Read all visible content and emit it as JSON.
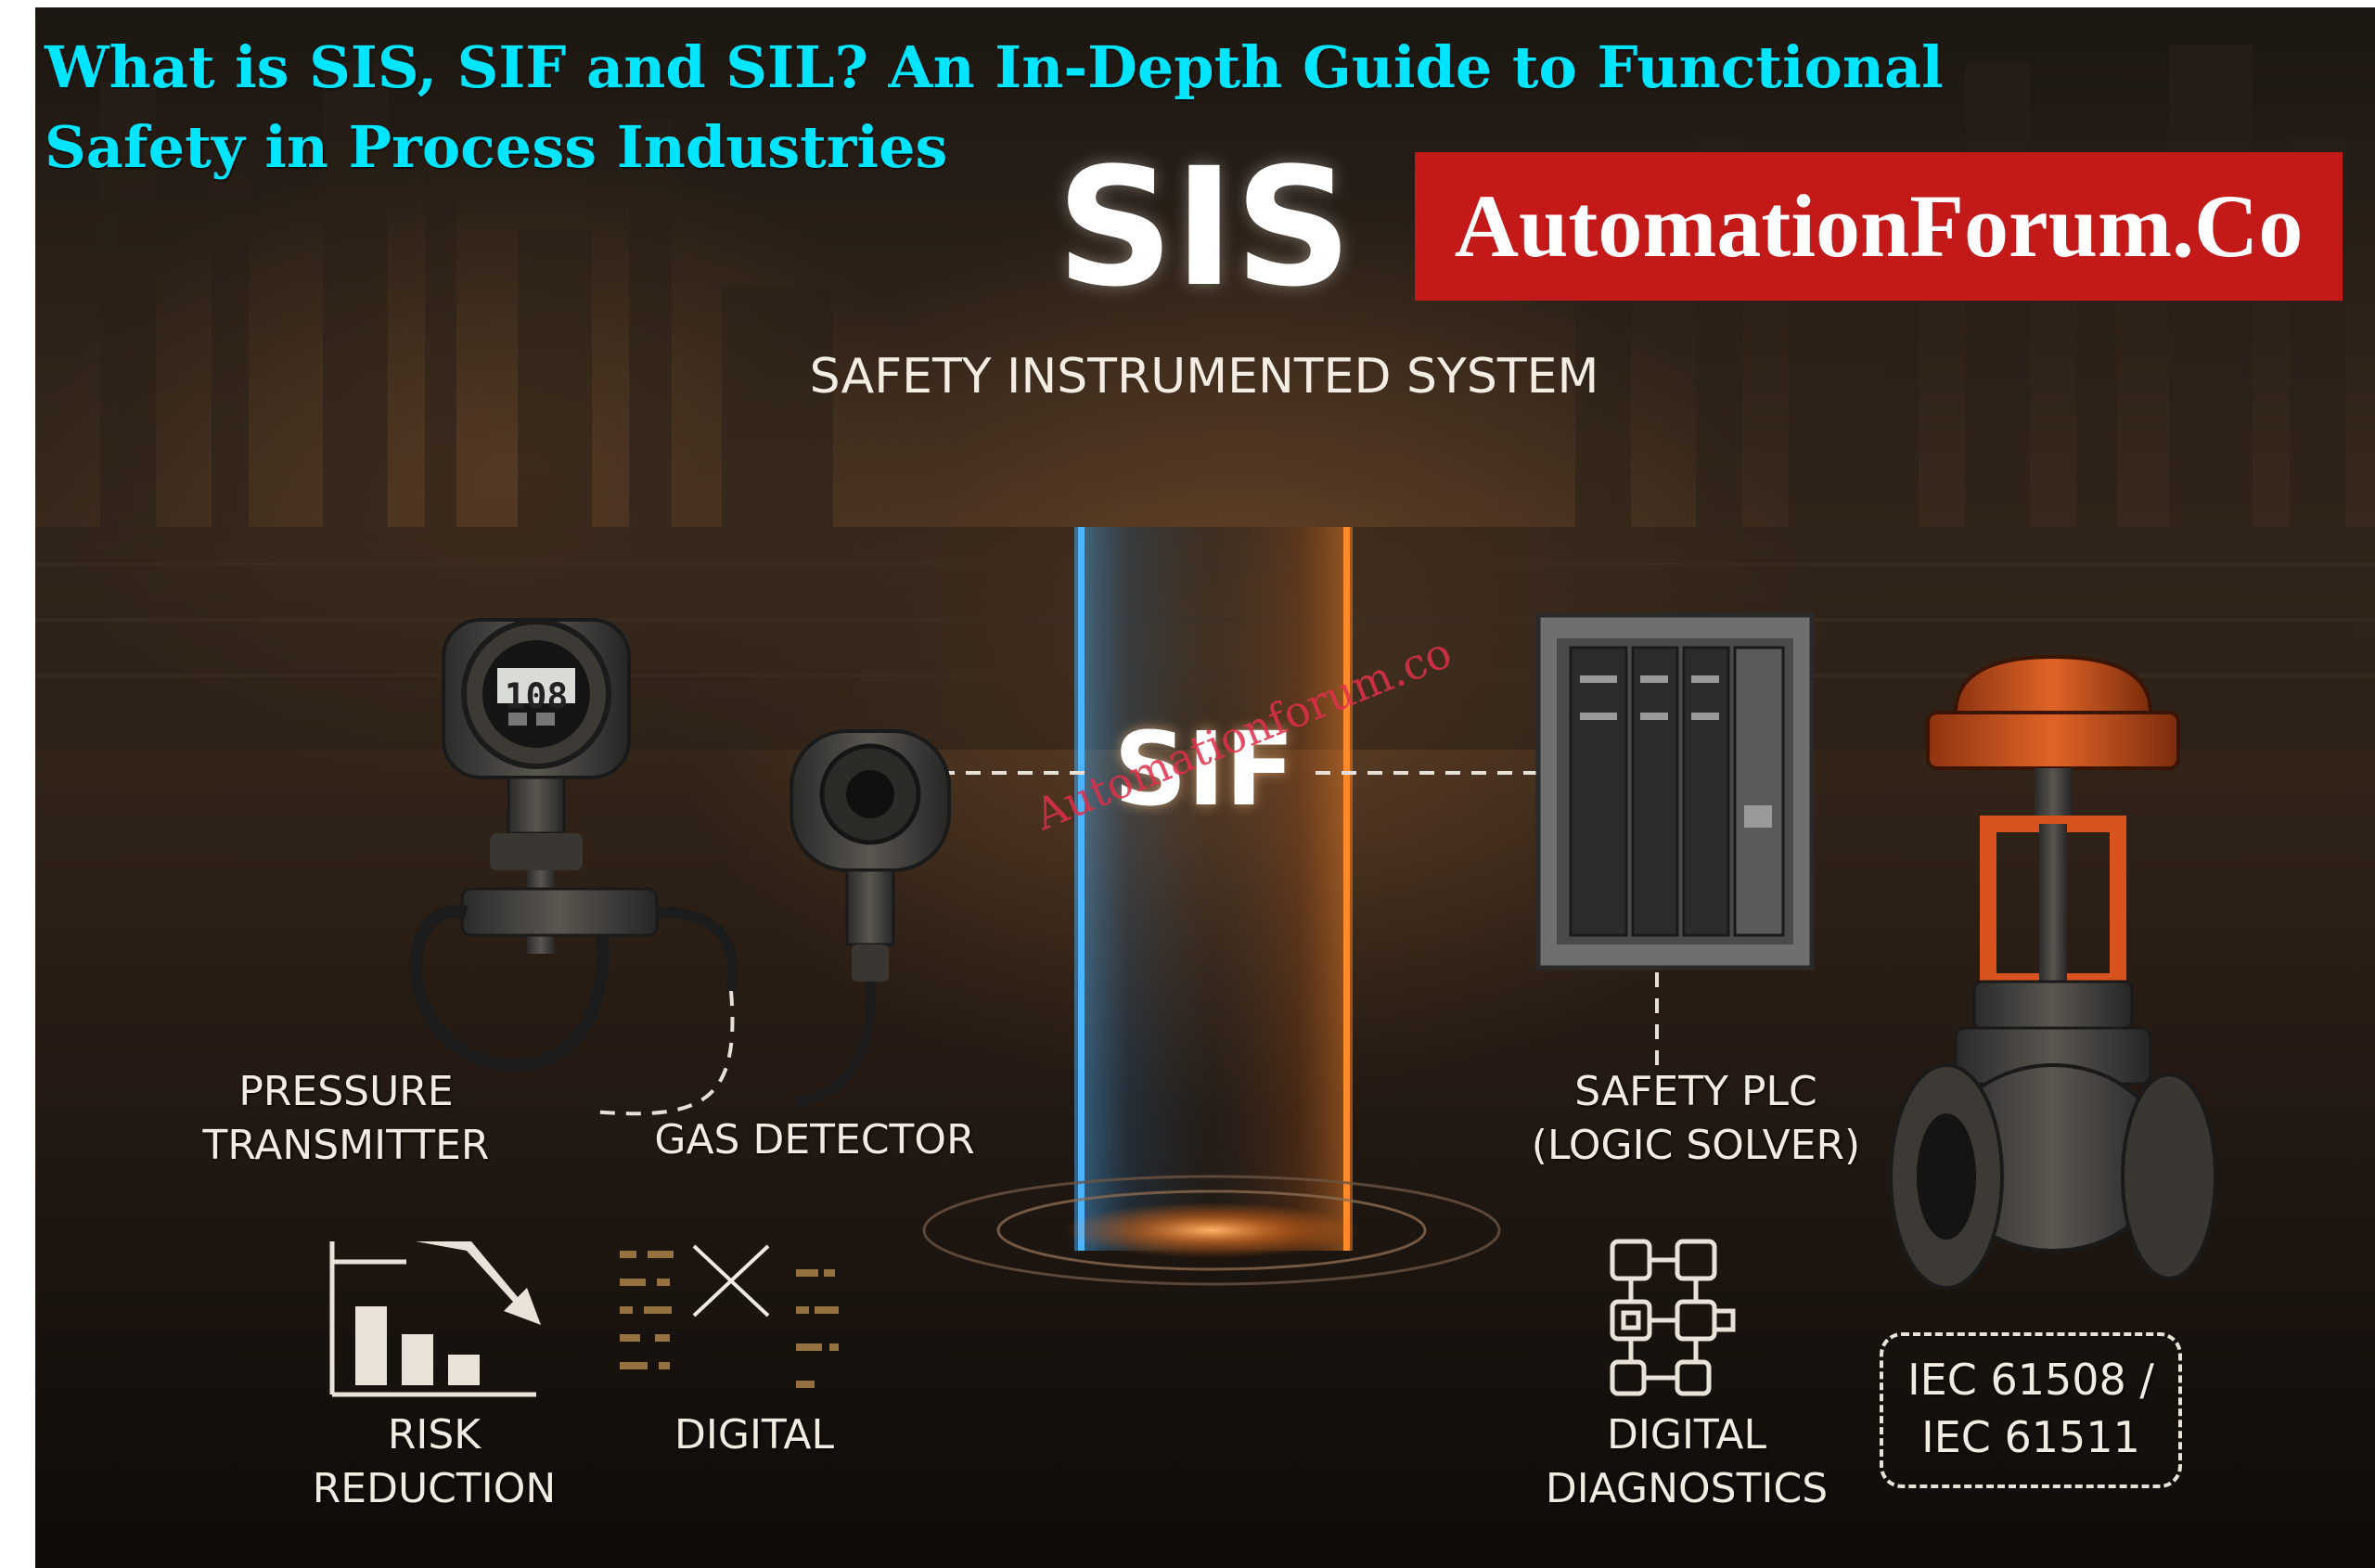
{
  "headline": {
    "line1": "What is SIS, SIF and SIL? An In-Depth Guide to Functional",
    "line2": "Safety in Process Industries",
    "color": "#00e5ff"
  },
  "brand": {
    "text": "AutomationForum.Co",
    "background": "#c41919"
  },
  "diagram": {
    "sis_title": "SIS",
    "sis_subtitle": "SAFETY INSTRUMENTED SYSTEM",
    "sif_label": "SIF",
    "transmitter_display": "108",
    "components": {
      "pressure_transmitter": {
        "line1": "PRESSURE",
        "line2": "TRANSMITTER"
      },
      "gas_detector": "GAS DETECTOR",
      "safety_plc": {
        "line1": "SAFETY PLC",
        "line2": "(LOGIC SOLVER)"
      }
    },
    "features": {
      "risk_reduction": {
        "line1": "RISK",
        "line2": "REDUCTION"
      },
      "digital": "DIGITAL",
      "digital_diagnostics": {
        "line1": "DIGITAL",
        "line2": "DIAGNOSTICS"
      },
      "standards": {
        "line1": "IEC 61508 /",
        "line2": "IEC 61511"
      }
    }
  },
  "watermark": "Automationforum.co",
  "colors": {
    "beam_blue": "#4fb4ff",
    "beam_orange": "#ff8a2a",
    "valve_orange": "#d9531e"
  }
}
